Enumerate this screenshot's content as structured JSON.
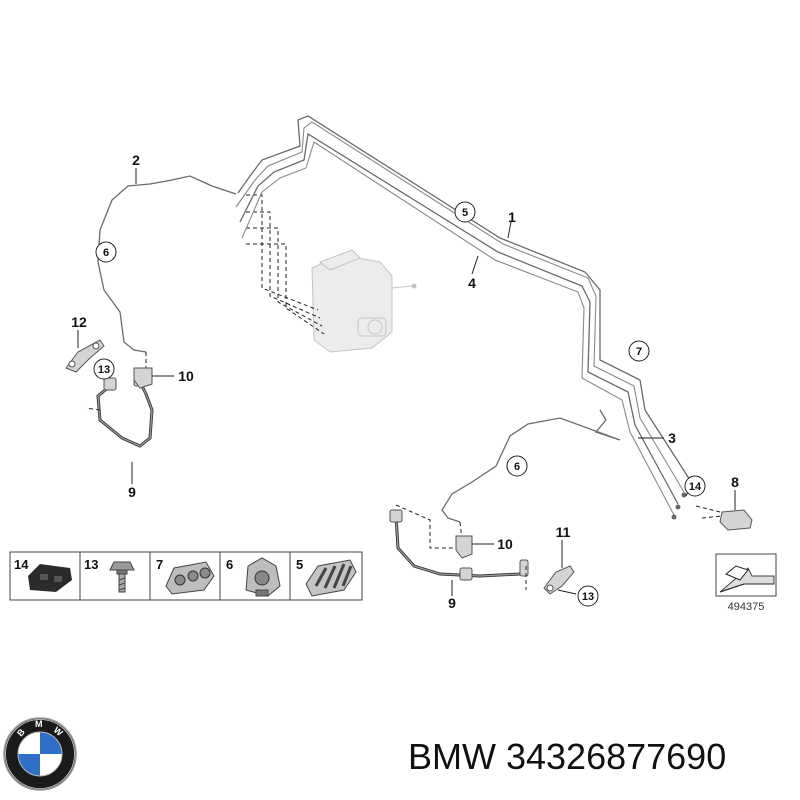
{
  "callouts": {
    "c1": "1",
    "c2": "2",
    "c3": "3",
    "c4": "4",
    "c5": "5",
    "c6a": "6",
    "c6b": "6",
    "c7": "7",
    "c8": "8",
    "c9a": "9",
    "c9b": "9",
    "c10a": "10",
    "c10b": "10",
    "c11": "11",
    "c12": "12",
    "c13a": "13",
    "c13b": "13",
    "c14": "14"
  },
  "legend_cells": [
    "14",
    "13",
    "7",
    "6",
    "5"
  ],
  "reference_number": "494375",
  "brand": {
    "name": "BMW",
    "part_number": "34326877690"
  },
  "logo": {
    "letters": "BMW",
    "colors": {
      "ring": "#1a1a1a",
      "blue": "#2f6fc8",
      "white": "#ffffff"
    }
  }
}
